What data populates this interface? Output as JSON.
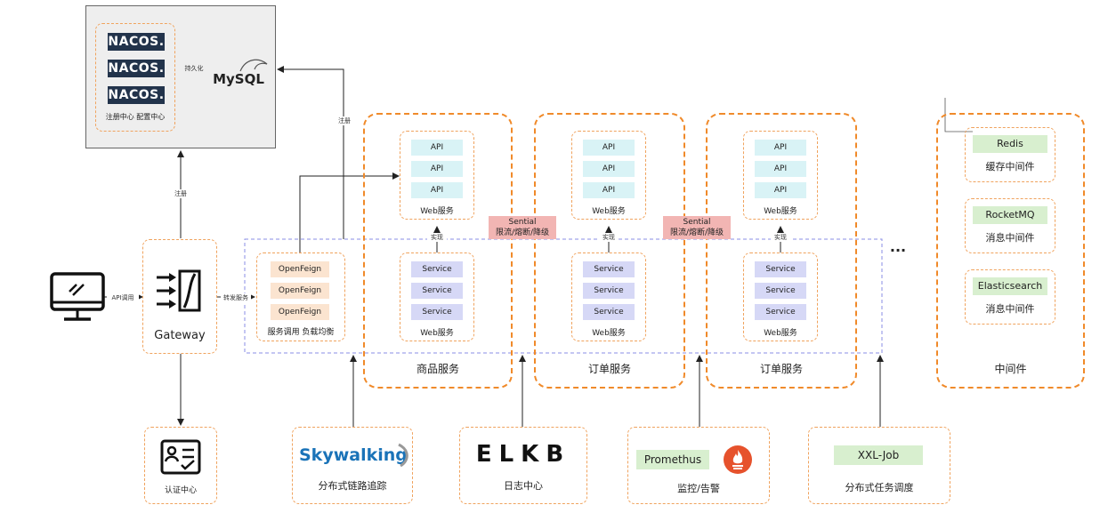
{
  "nacos": {
    "logo": "NACOS.",
    "caption": "注册中心 配置中心"
  },
  "persist_label": "持久化",
  "mysql": "MySQL",
  "register_label": "注册",
  "register_label2": "注册",
  "api_call_label": "API调用",
  "gateway": "Gateway",
  "forward_label": "转发服务",
  "auth": "认证中心",
  "feign": {
    "items": [
      "OpenFeign",
      "OpenFeign",
      "OpenFeign"
    ],
    "caption": "服务调用 负载均衡"
  },
  "api_label": "API",
  "service_label": "Service",
  "web_label": "Web服务",
  "impl_label": "实现",
  "sentinel": {
    "line1": "Sential",
    "line2": "限流/熔断/降级"
  },
  "services": [
    "商品服务",
    "订单服务",
    "订单服务"
  ],
  "ellipsis": "...",
  "middleware": {
    "title": "中间件",
    "items": [
      {
        "name": "Redis",
        "desc": "缓存中间件"
      },
      {
        "name": "RocketMQ",
        "desc": "消息中间件"
      },
      {
        "name": "Elasticsearch",
        "desc": "消息中间件"
      }
    ]
  },
  "bottom": {
    "skywalking": {
      "logo": "Skywalking",
      "caption": "分布式链路追踪"
    },
    "elk": {
      "logo": "ELKB",
      "caption": "日志中心"
    },
    "prometheus": {
      "logo": "Promethus",
      "caption": "监控/告警"
    },
    "xxl": {
      "logo": "XXL-Job",
      "caption": "分布式任务调度"
    }
  },
  "colors": {
    "orange": "#f08a2a",
    "api": "#d9f3f6",
    "service": "#d6d8f6",
    "feign": "#fbe4d0",
    "sentinel": "#f2b5b3",
    "nacos": "#22334b",
    "green": "#d8efcf",
    "skywalking": "#1a73b8"
  }
}
